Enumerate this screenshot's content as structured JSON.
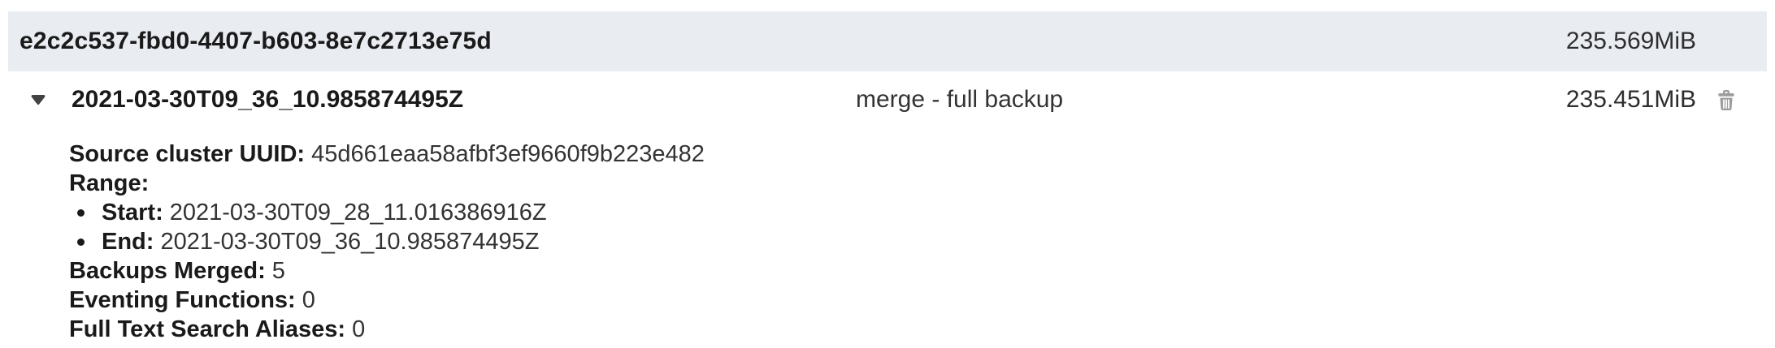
{
  "repository": {
    "id": "e2c2c537-fbd0-4407-b603-8e7c2713e75d",
    "total_size": "235.569MiB"
  },
  "backup": {
    "name": "2021-03-30T09_36_10.985874495Z",
    "type_label": "merge - full backup",
    "size": "235.451MiB",
    "details": {
      "source_cluster_uuid_label": "Source cluster UUID:",
      "source_cluster_uuid": "45d661eaa58afbf3ef9660f9b223e482",
      "range_label": "Range:",
      "start_label": "Start:",
      "start_value": "2021-03-30T09_28_11.016386916Z",
      "end_label": "End:",
      "end_value": "2021-03-30T09_36_10.985874495Z",
      "backups_merged_label": "Backups Merged:",
      "backups_merged_value": "5",
      "eventing_functions_label": "Eventing Functions:",
      "eventing_functions_value": "0",
      "full_text_search_aliases_label": "Full Text Search Aliases:",
      "full_text_search_aliases_value": "0"
    }
  },
  "icons": {
    "expand_icon": "caret-down",
    "delete_icon": "trash"
  },
  "colors": {
    "repo_header_bg": "#e9edf1",
    "label_text": "#1a1a1a",
    "body_text": "#333333",
    "caret_icon": "#424242",
    "trash_icon": "#9d9d9d"
  }
}
